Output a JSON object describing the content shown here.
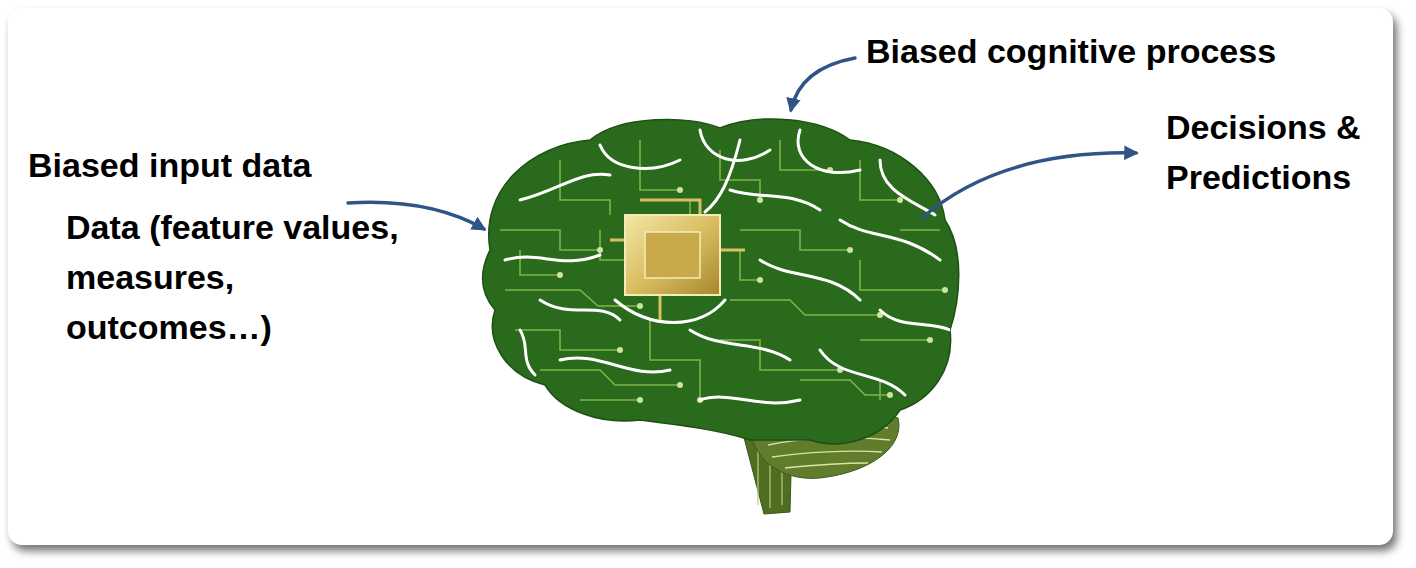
{
  "diagram": {
    "labels": [
      "Biased input data",
      "Data (feature values, measures, outcomes…)",
      "Biased cognitive process",
      "Decisions & Predictions"
    ]
  }
}
